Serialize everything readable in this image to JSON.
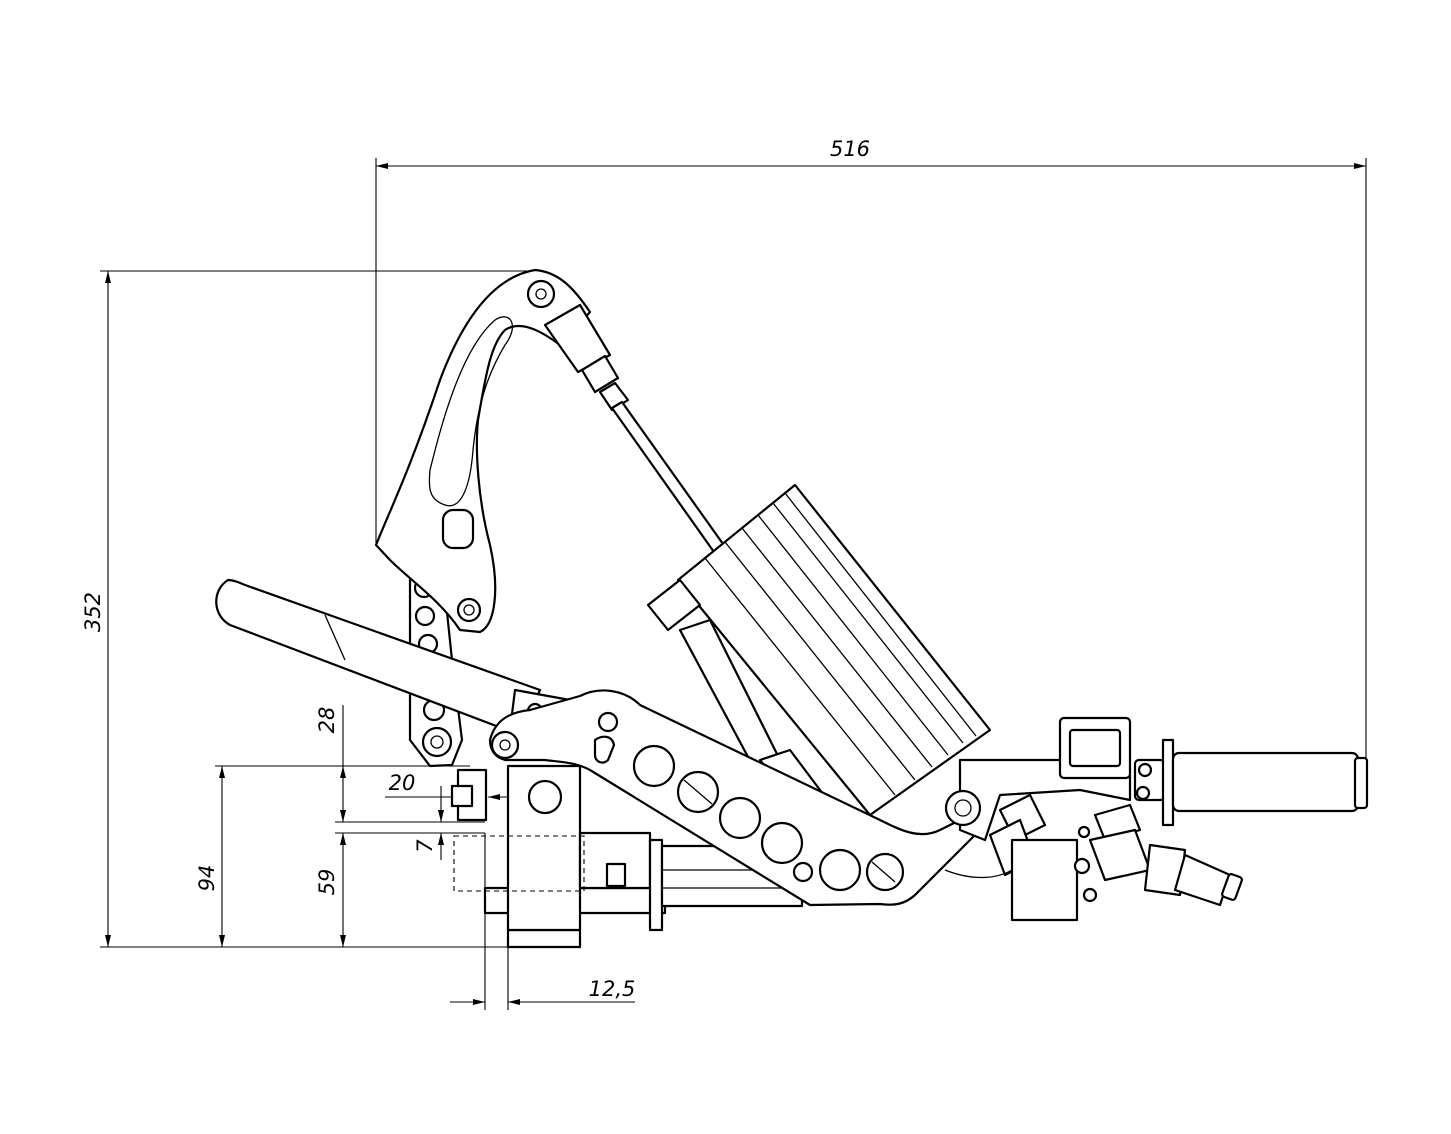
{
  "dimensions": {
    "overall_width": "516",
    "overall_height": "352",
    "dim_28": "28",
    "dim_20": "20",
    "dim_7": "7",
    "dim_94": "94",
    "dim_59": "59",
    "dim_12_5": "12,5"
  },
  "colors": {
    "line": "#000000",
    "background": "#ffffff"
  }
}
